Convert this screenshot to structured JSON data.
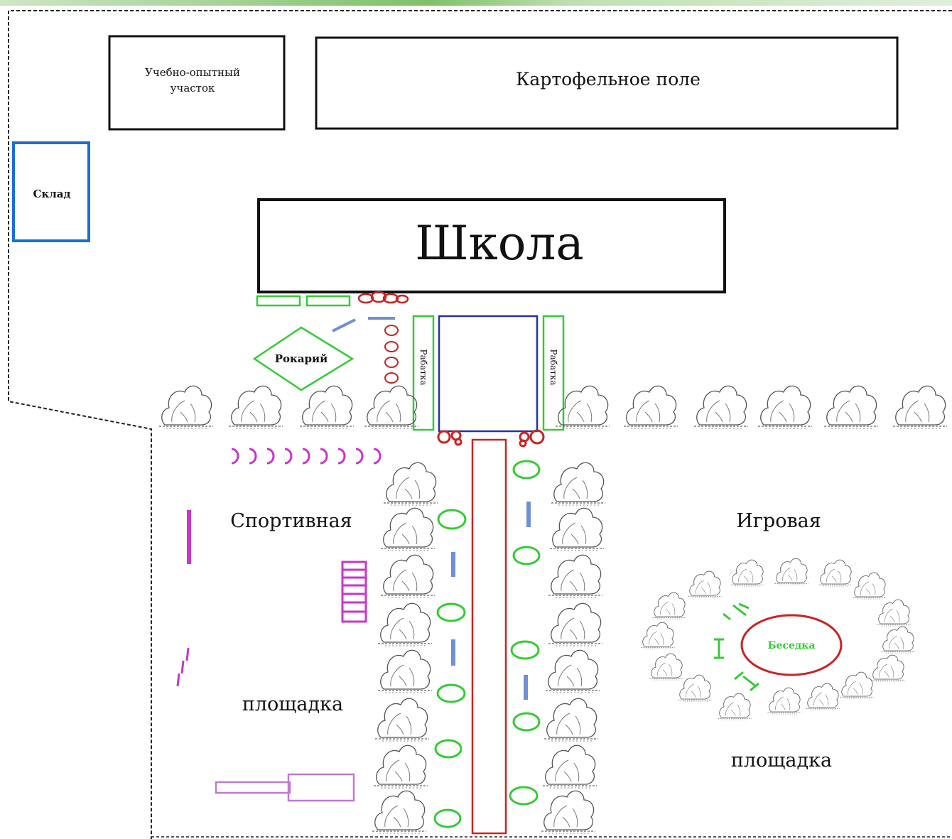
{
  "labels": {
    "experimental_plot": [
      "Учебно-опытный",
      "участок"
    ],
    "potato_field": "Картофельное поле",
    "warehouse": "Склад",
    "school": "Школа",
    "rockery": "Рокарий",
    "rabatka_left": "Рабатка",
    "rabatka_right": "Рабатка",
    "sports_line1": "Спортивная",
    "sports_line2": "площадка",
    "play_line1": "Игровая",
    "play_line2": "площадка",
    "gazebo": "Беседка"
  },
  "colors": {
    "outline": "#111111",
    "warehouse": "#1a6fd6",
    "flowerbed": "#33cc33",
    "red_elements": "#cc2222",
    "blue_benches": "#6f8fd6",
    "sports_equipment": "#cc33cc",
    "sports_structure": "#c07ad0",
    "tree": "#555555",
    "top_gradient": "#7fc06a"
  },
  "icons": {
    "tree": "tree-icon",
    "flower_pot": "flower-pot-icon",
    "bench": "bench-icon"
  }
}
